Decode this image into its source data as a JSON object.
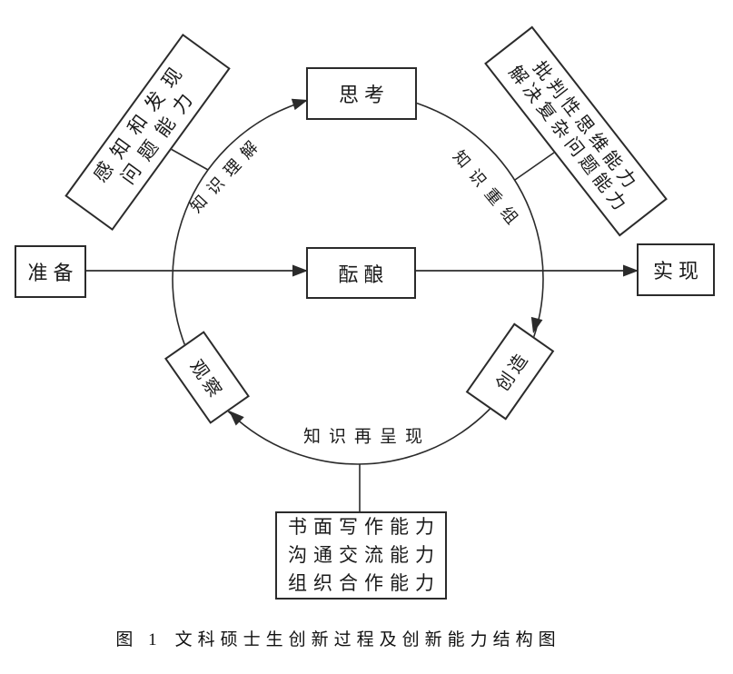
{
  "diagram": {
    "nodes": {
      "prepare": "准备",
      "think": "思考",
      "incubate": "酝酿",
      "realize": "实现",
      "observe": "观察",
      "create": "创造"
    },
    "ability_boxes": {
      "top_left": {
        "line1": "感知和发现",
        "line2": "问题能力"
      },
      "top_right": {
        "line1": "批判性思维能力",
        "line2": "解决复杂问题能力"
      },
      "bottom": {
        "line1": "书面写作能力",
        "line2": "沟通交流能力",
        "line3": "组织合作能力"
      }
    },
    "arc_labels": {
      "upper_left": "知识理解",
      "upper_right": "知识重组",
      "bottom": "知识再呈现"
    },
    "caption": {
      "prefix": "图 1",
      "text": "文科硕士生创新过程及创新能力结构图"
    },
    "colors": {
      "line": "#2b2b2b",
      "text": "#1a1a1a",
      "background": "#ffffff"
    }
  }
}
